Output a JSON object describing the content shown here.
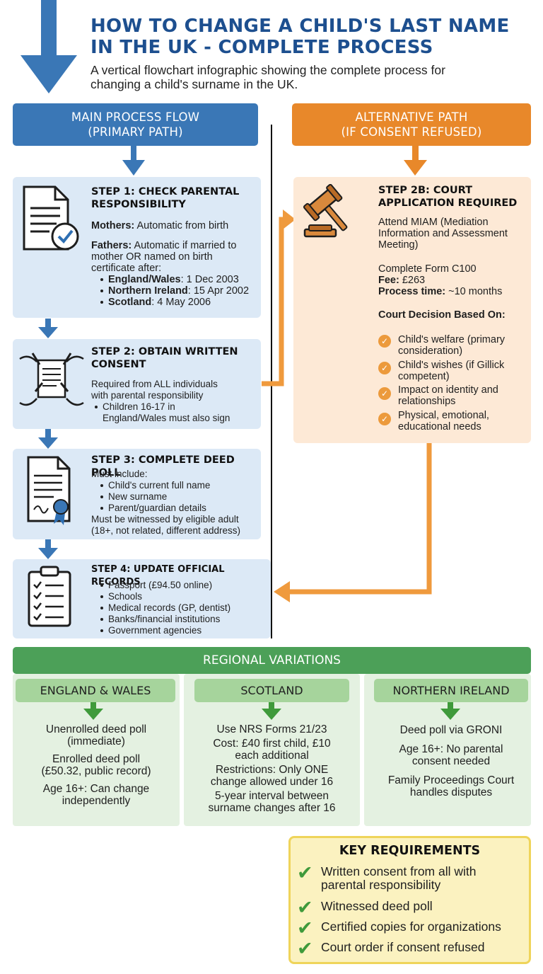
{
  "title": {
    "line1": "HOW TO CHANGE A CHILD'S LAST NAME",
    "line2": "IN THE UK - COMPLETE PROCESS",
    "subtitle_line1": "A vertical flowchart infographic showing the complete process for",
    "subtitle_line2": "changing a child's surname in the UK."
  },
  "main_header": {
    "line1": "MAIN PROCESS FLOW",
    "line2": "(PRIMARY PATH)"
  },
  "alt_header": {
    "line1": "ALTERNATIVE PATH",
    "line2": "(IF CONSENT REFUSED)"
  },
  "step1": {
    "title_line1": "STEP 1: CHECK PARENTAL",
    "title_line2": "RESPONSIBILITY",
    "mothers_label": "Mothers:",
    "mothers_text": " Automatic from birth",
    "fathers_label": "Fathers:",
    "fathers_text1": " Automatic if married to",
    "fathers_text2": "mother OR named on birth",
    "fathers_text3": "certificate after:",
    "items": [
      {
        "label": "England/Wales",
        "date": ": 1 Dec 2003"
      },
      {
        "label": "Northern Ireland",
        "date": ": 15 Apr 2002"
      },
      {
        "label": "Scotland",
        "date": ": 4 May 2006"
      }
    ]
  },
  "step2": {
    "title_line1": "STEP 2: OBTAIN WRITTEN",
    "title_line2": "CONSENT",
    "text_line1": "Required from ALL individuals",
    "text_line2": "with parental responsibility",
    "bullet_line1": "Children 16-17 in",
    "bullet_line2": "England/Wales must also sign"
  },
  "step3": {
    "title": "STEP 3: COMPLETE DEED POLL",
    "must_include": "Must include:",
    "items": [
      "Child's current full name",
      "New surname",
      "Parent/guardian details"
    ],
    "witness_line1": "Must be witnessed by eligible adult",
    "witness_line2": "(18+, not related, different address)"
  },
  "step4": {
    "title": "STEP 4: UPDATE OFFICIAL RECORDS",
    "items": [
      "Passport (£94.50 online)",
      "Schools",
      "Medical records (GP, dentist)",
      "Banks/financial institutions",
      "Government agencies"
    ]
  },
  "step2b": {
    "title_line1": "STEP 2B: COURT",
    "title_line2": "APPLICATION REQUIRED",
    "miam_line1": "Attend MIAM (Mediation",
    "miam_line2": "Information and Assessment",
    "miam_line3": "Meeting)",
    "form": "Complete Form C100",
    "fee_label": "Fee:",
    "fee_value": " £263",
    "time_label": "Process time:",
    "time_value": " ~10 months",
    "decision_title": "Court Decision Based On:",
    "criteria": [
      {
        "line1": "Child's welfare (primary",
        "line2": "consideration)"
      },
      {
        "line1": "Child's wishes (if Gillick",
        "line2": "competent)"
      },
      {
        "line1": "Impact on identity and",
        "line2": "relationships"
      },
      {
        "line1": "Physical, emotional,",
        "line2": "educational needs"
      }
    ]
  },
  "regional": {
    "header": "REGIONAL VARIATIONS",
    "england": {
      "name": "ENGLAND & WALES",
      "p1_line1": "Unenrolled deed poll",
      "p1_line2": "(immediate)",
      "p2_line1": "Enrolled deed poll",
      "p2_line2": "(£50.32, public record)",
      "p3_line1": "Age 16+: Can change",
      "p3_line2": "independently"
    },
    "scotland": {
      "name": "SCOTLAND",
      "p1": "Use NRS Forms 21/23",
      "p2_line1": "Cost: £40 first child, £10",
      "p2_line2": "each additional",
      "p3_line1": "Restrictions: Only ONE",
      "p3_line2": "change allowed under 16",
      "p4_line1": "5-year interval between",
      "p4_line2": "surname changes after 16"
    },
    "ni": {
      "name": "NORTHERN IRELAND",
      "p1": "Deed poll via GRONI",
      "p2_line1": "Age 16+: No parental",
      "p2_line2": "consent needed",
      "p3_line1": "Family Proceedings Court",
      "p3_line2": "handles disputes"
    }
  },
  "key": {
    "title": "KEY REQUIREMENTS",
    "items": [
      {
        "line1": "Written consent from all with",
        "line2": "parental responsibility"
      },
      {
        "line1": "Witnessed deed poll",
        "line2": ""
      },
      {
        "line1": "Certified copies for organizations",
        "line2": ""
      },
      {
        "line1": "Court order if consent refused",
        "line2": ""
      }
    ]
  },
  "colors": {
    "title_blue": "#1d4f8f",
    "main_blue": "#3a77b6",
    "alt_orange": "#e8882a",
    "region_green": "#4ca058",
    "key_yellow": "#fbf2c0"
  }
}
